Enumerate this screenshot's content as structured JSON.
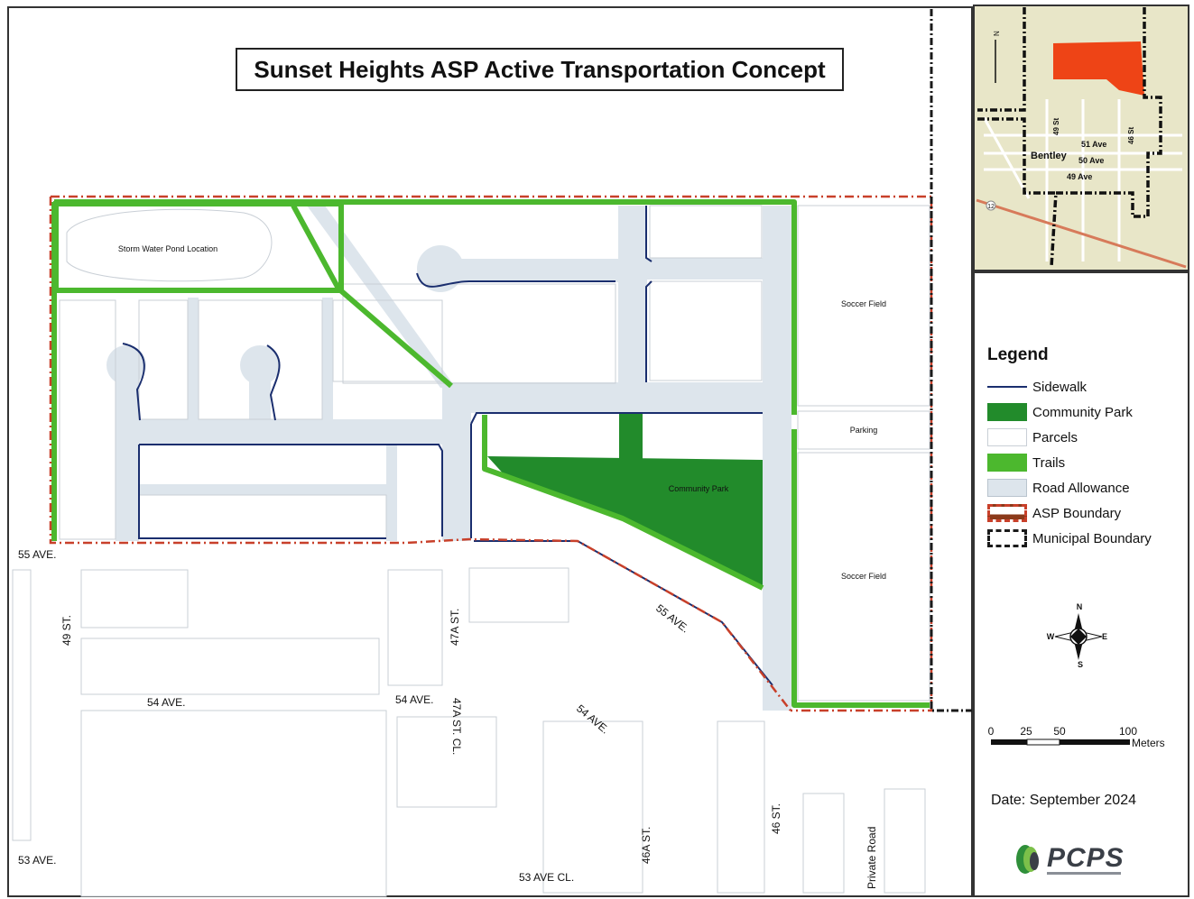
{
  "title": "Sunset Heights ASP Active Transportation Concept",
  "colors": {
    "sidewalk": "#1a2e6e",
    "community_park": "#228b2b",
    "trails": "#4cb82e",
    "road_allowance": "#dde5ec",
    "asp_boundary": "#c8402a",
    "municipal_boundary": "#1a1a1a",
    "inset_area": "#ee4416",
    "inset_background": "#e8e6c8"
  },
  "site_labels": {
    "storm_water": "Storm Water Pond Location",
    "soccer_field_north": "Soccer Field",
    "parking": "Parking",
    "community_park": "Community Park",
    "soccer_field_south": "Soccer Field"
  },
  "streets": {
    "ave_55_west": "55 AVE.",
    "st_49": "49 ST.",
    "st_47a": "47A ST.",
    "ave_55_diag": "55 AVE.",
    "ave_54_west": "54 AVE.",
    "ave_54_mid": "54 AVE.",
    "st_47a_cl": "47A ST. CL.",
    "ave_54_diag": "54 AVE.",
    "ave_53": "53 AVE.",
    "ave_53_cl": "53 AVE CL.",
    "st_46a": "46A ST.",
    "st_46": "46 ST.",
    "private_road": "Private Road"
  },
  "inset": {
    "north": "N",
    "st_49": "49 St",
    "st_46": "46 St",
    "ave_51": "51 Ave",
    "town": "Bentley",
    "ave_50": "50 Ave",
    "ave_49": "49 Ave",
    "highway": "12"
  },
  "legend": {
    "heading": "Legend",
    "items": [
      {
        "key": "sidewalk",
        "label": "Sidewalk"
      },
      {
        "key": "community_park",
        "label": "Community Park"
      },
      {
        "key": "parcels",
        "label": "Parcels"
      },
      {
        "key": "trails",
        "label": "Trails"
      },
      {
        "key": "road_allowance",
        "label": "Road Allowance"
      },
      {
        "key": "asp_boundary",
        "label": "ASP Boundary"
      },
      {
        "key": "municipal_boundary",
        "label": "Municipal Boundary"
      }
    ]
  },
  "compass": {
    "n": "N",
    "e": "E",
    "s": "S",
    "w": "W"
  },
  "scale": {
    "ticks": [
      "0",
      "25",
      "50",
      "100"
    ],
    "unit": "Meters"
  },
  "date": "Date: September 2024",
  "logo": "PCPS"
}
